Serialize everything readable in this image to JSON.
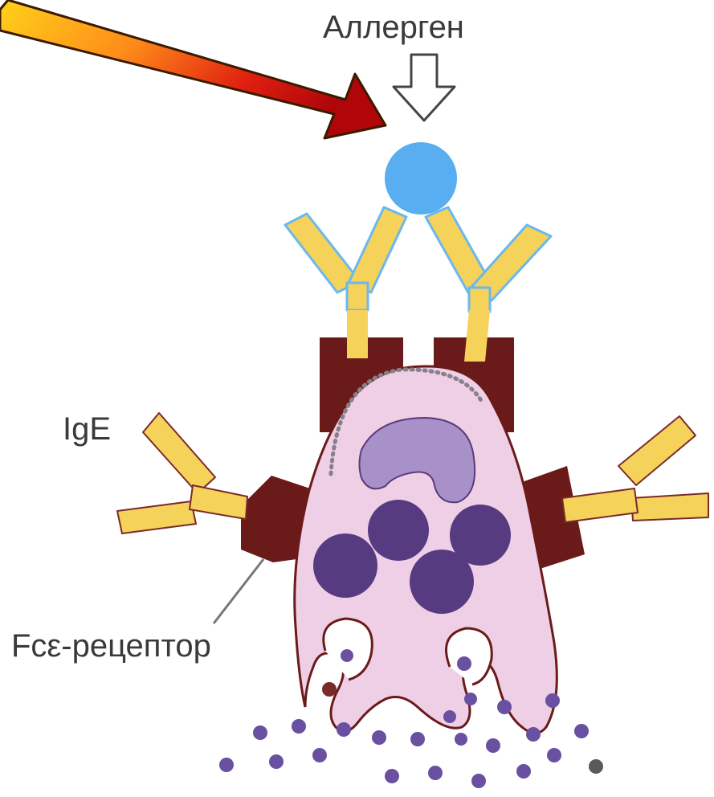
{
  "labels": {
    "allergen": "Аллерген",
    "ige": "IgE",
    "fc_receptor": "Fcε-рецептор"
  },
  "colors": {
    "arrow_gradient": [
      "#ffd21a",
      "#ff8c1a",
      "#e02010",
      "#b0060a"
    ],
    "allergen": "#58aef0",
    "antibody_fill": "#f5d25a",
    "antibody_outline_bound": "#6ab8ee",
    "receptor": "#6b1a1a",
    "cell": "#eecfe6",
    "cell_outline": "#6b1a1a",
    "nucleus": "#a890c8",
    "granule": "#573b80",
    "released_granule": "#6a50a0"
  },
  "icons": [
    "down-outline-arrow-icon",
    "pointer-arrow-icon"
  ]
}
